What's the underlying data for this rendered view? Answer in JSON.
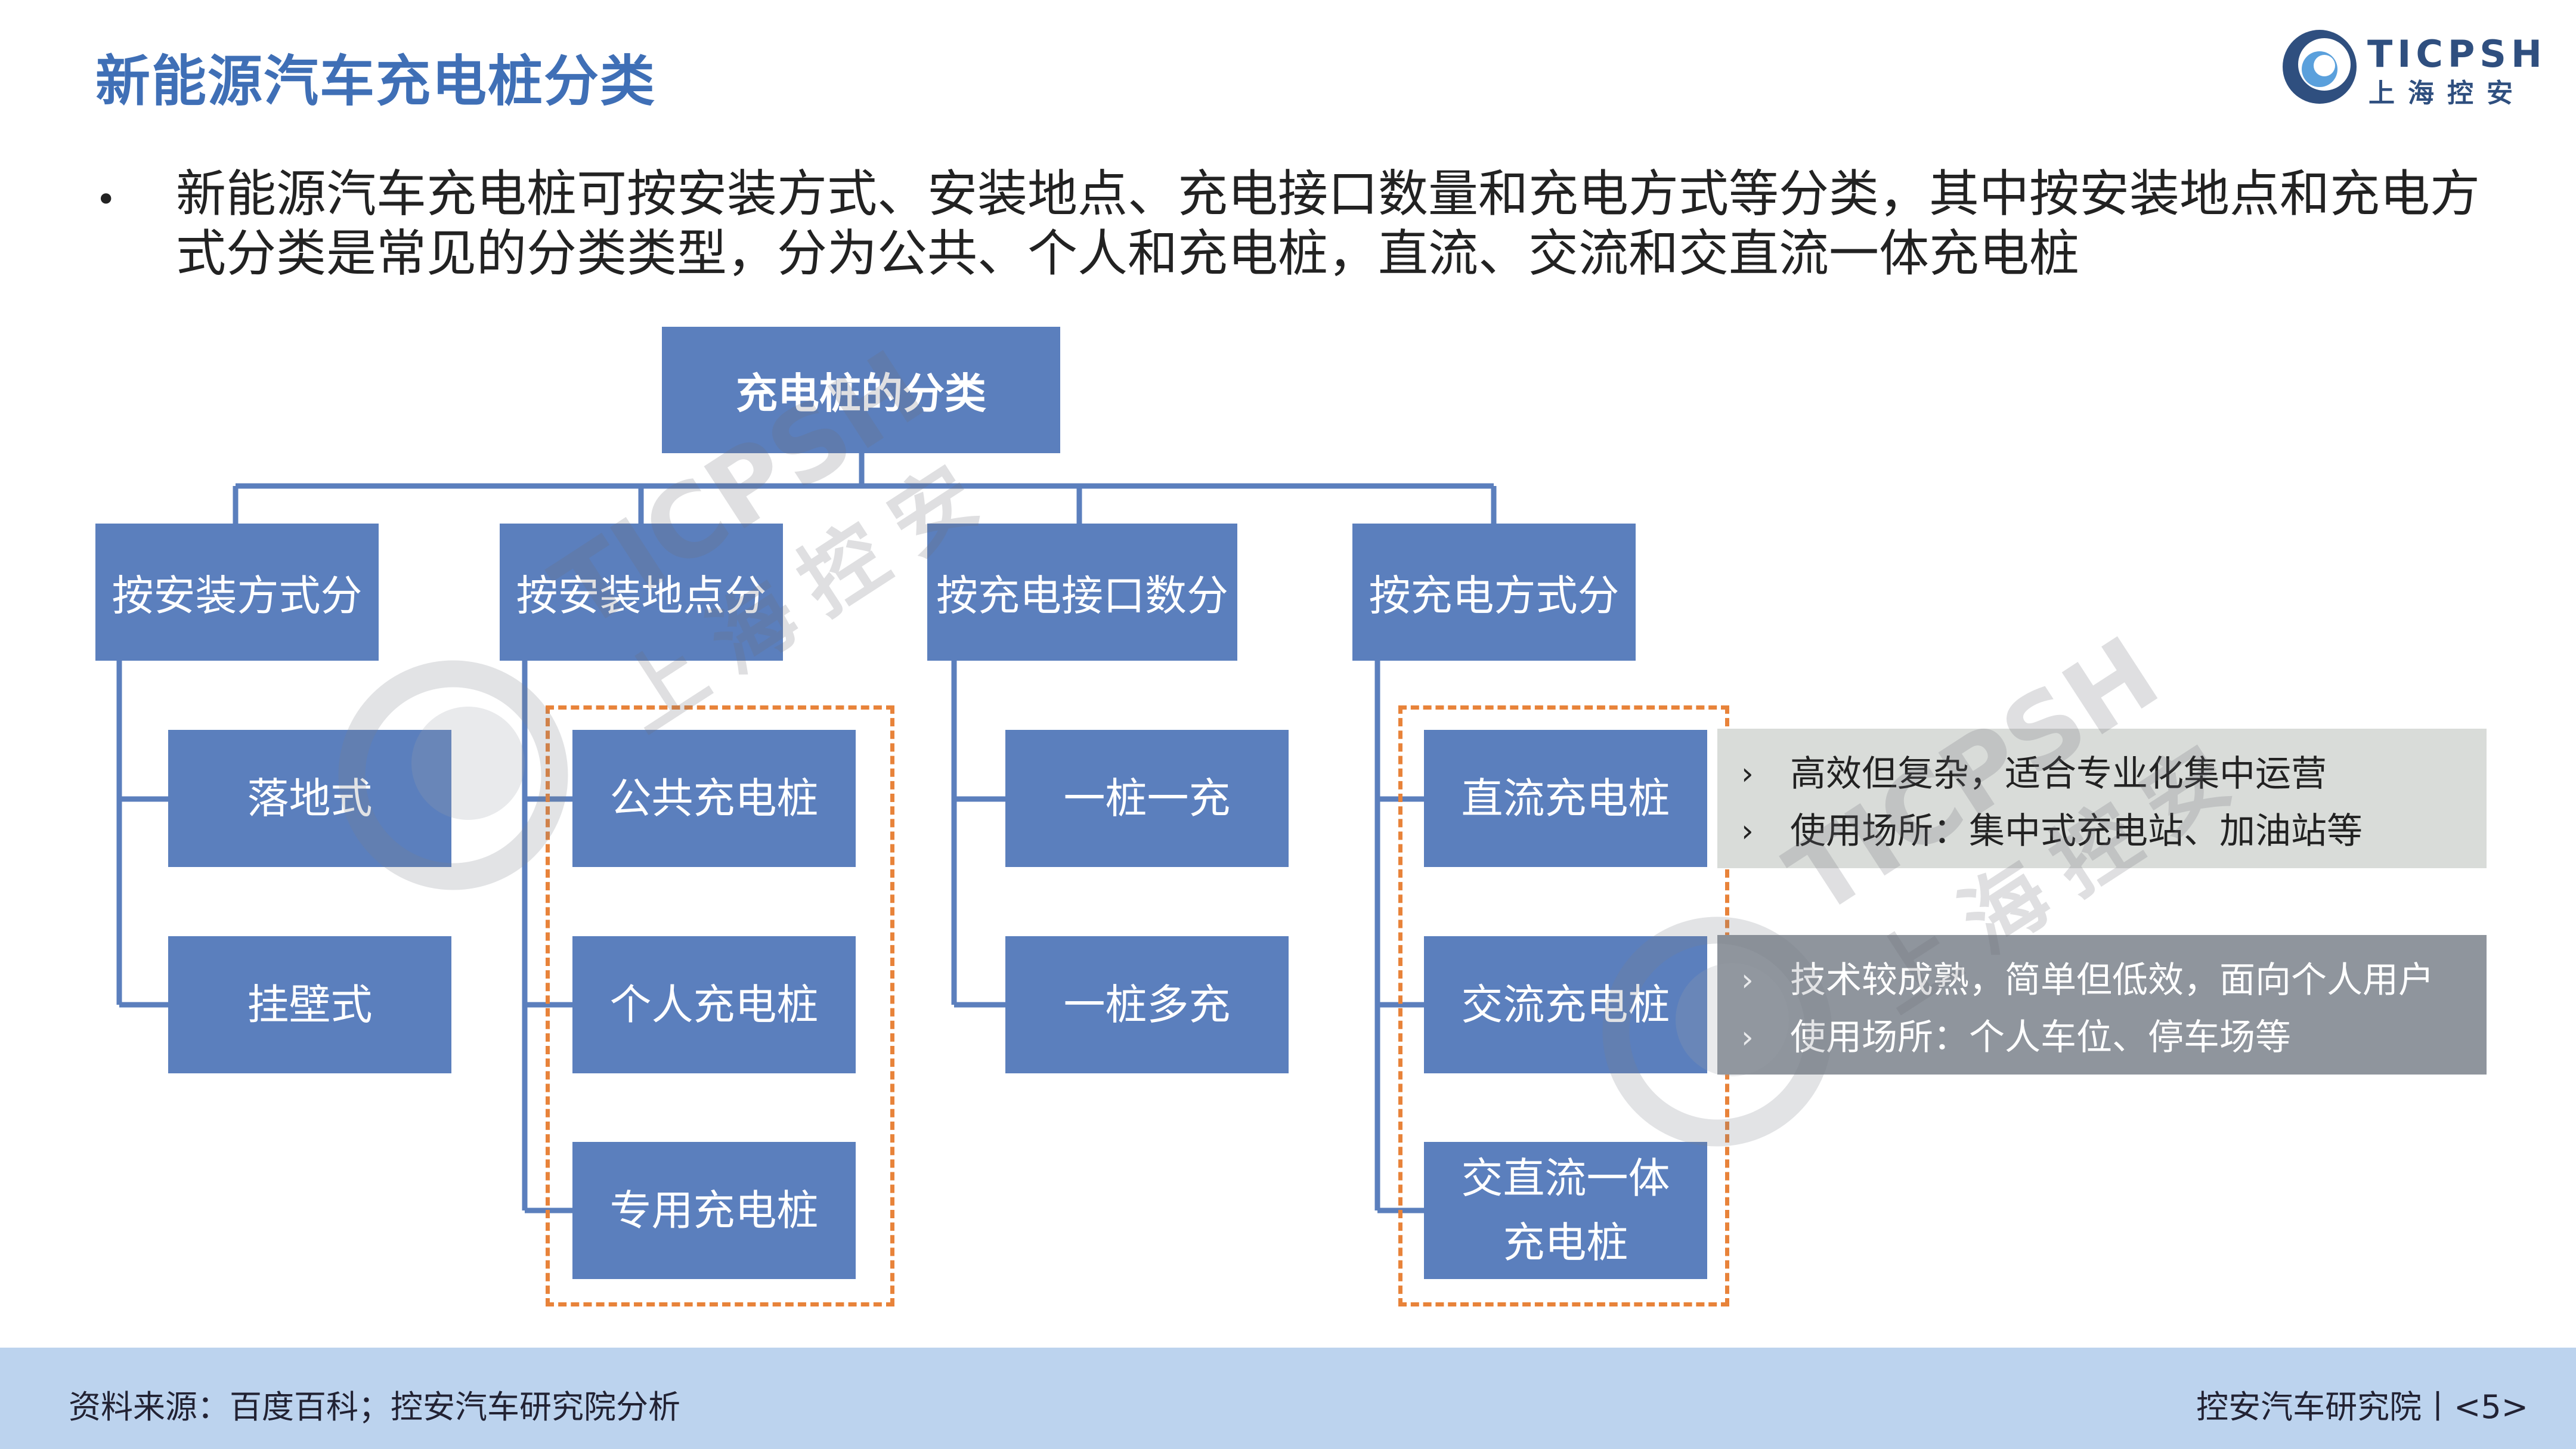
{
  "title": "新能源汽车充电桩分类",
  "logo": {
    "brand": "TICPSH",
    "name_cn": "上海控安"
  },
  "bullet_text": "新能源汽车充电桩可按安装方式、安装地点、充电接口数量和充电方式等分类，其中按安装地点和充电方式分类是常见的分类类型，分为公共、个人和充电桩，直流、交流和交直流一体充电桩",
  "diagram": {
    "root": "充电桩的分类",
    "categories": [
      {
        "label": "按安装方式分",
        "children": [
          "落地式",
          "挂壁式"
        ]
      },
      {
        "label": "按安装地点分",
        "children": [
          "公共充电桩",
          "个人充电桩",
          "专用充电桩"
        ]
      },
      {
        "label": "按充电接口数分",
        "children": [
          "一桩一充",
          "一桩多充"
        ]
      },
      {
        "label": "按充电方式分",
        "children": [
          "直流充电桩",
          "交流充电桩",
          "交直流一体充电桩"
        ]
      }
    ],
    "notes": [
      {
        "bullets": [
          "高效但复杂，适合专业化集中运营",
          "使用场所：集中式充电站、加油站等"
        ]
      },
      {
        "bullets": [
          "技术较成熟，简单但低效，面向个人用户",
          "使用场所：个人车位、停车场等"
        ]
      }
    ],
    "colors": {
      "box": "#5b7fbd",
      "line": "#5b7fbd",
      "dash": "#e8833a",
      "title": "#3f6fb6"
    }
  },
  "watermark": {
    "brand": "TICPSH",
    "name_cn": "上海控安"
  },
  "footer": {
    "source": "资料来源：百度百科；控安汽车研究院分析",
    "institute": "控安汽车研究院丨<5>"
  }
}
